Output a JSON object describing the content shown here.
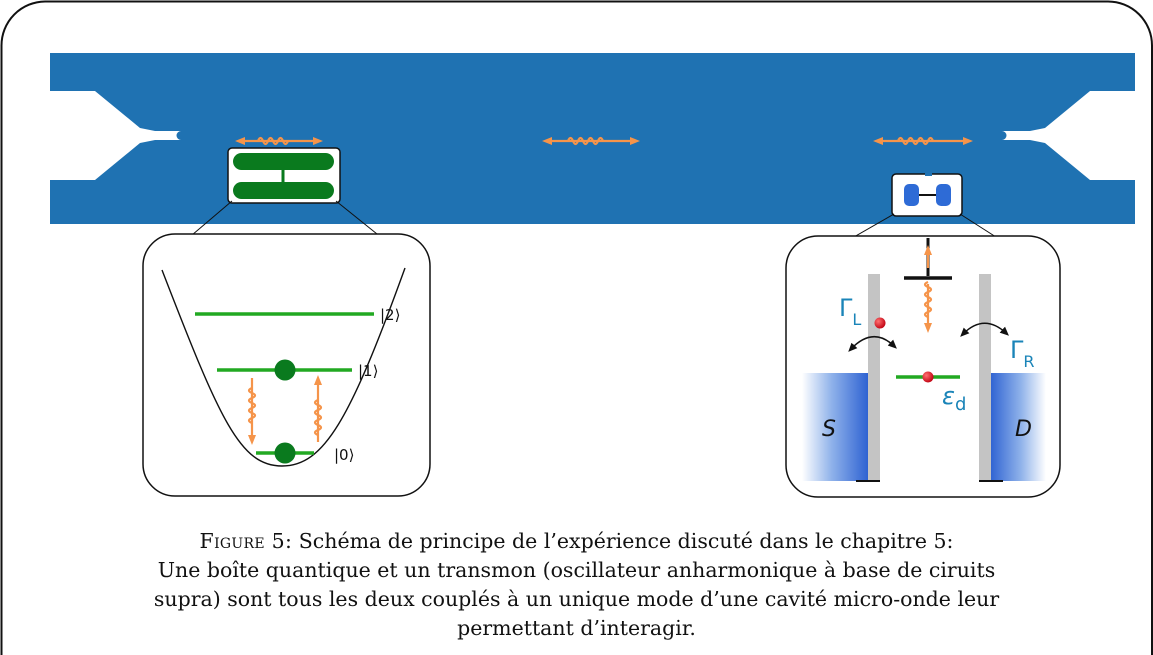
{
  "colors": {
    "cavity": "#1f72b2",
    "transmon": "#0a7a1e",
    "level": "#22a922",
    "photon": "#f5944a",
    "dot_gate": "#2e6bd6",
    "electron": "#e0141c",
    "barrier": "#c4c4c4",
    "label_blue": "#1a84b8"
  },
  "icons": {
    "transmon": "transmon-icon",
    "quantum_dot": "quantum-dot-icon",
    "photon": "wavy-photon-icon",
    "electron": "electron-icon"
  },
  "transmon_zoom": {
    "levels": [
      "|2⟩",
      "|1⟩",
      "|0⟩"
    ]
  },
  "dot_zoom": {
    "gamma_l": "Γ",
    "gamma_l_sub": "L",
    "gamma_r": "Γ",
    "gamma_r_sub": "R",
    "epsilon": "ε",
    "epsilon_sub": "d",
    "source": "S",
    "drain": "D"
  },
  "caption": {
    "label": "Figure 5:",
    "line1": "Schéma de principe de l’expérience discuté dans le chapitre 5:",
    "line2": "Une boîte quantique et un transmon (oscillateur anharmonique à base de ciruits",
    "line3": "supra) sont tous les deux couplés à un unique mode d’une cavité micro-onde leur",
    "line4": "permettant d’interagir."
  }
}
